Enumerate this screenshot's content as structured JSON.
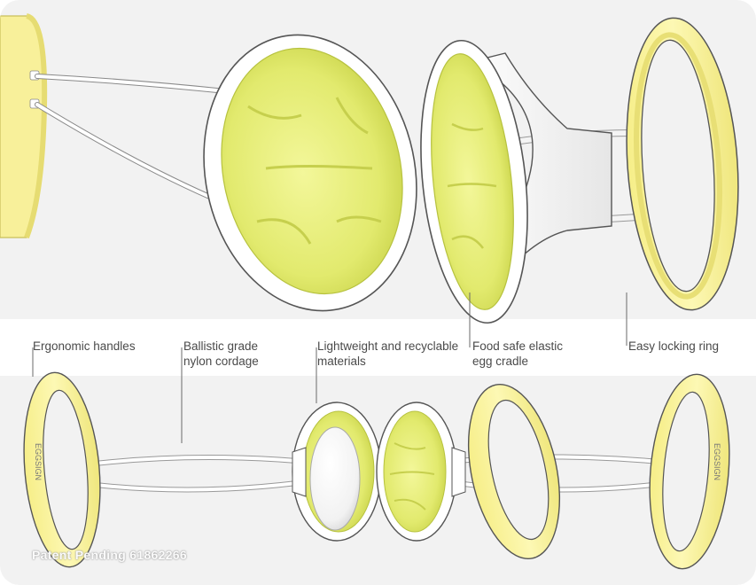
{
  "labels": {
    "ergonomic_handles": "Ergonomic handles",
    "ballistic_cordage": "Ballistic grade\nnylon cordage",
    "lightweight_materials": "Lightweight and recyclable\nmaterials",
    "food_safe_cradle": "Food safe elastic\negg cradle",
    "easy_locking_ring": "Easy locking ring"
  },
  "watermark": {
    "patent": "Patent Pending 61862266"
  },
  "colors": {
    "background": "#f2f2f2",
    "band": "#ffffff",
    "yellow_light": "#fbf59a",
    "yellow_lime": "#e9f07a",
    "yellow_dark": "#d3db52",
    "shell_white": "#ffffff",
    "outline": "#555555",
    "text": "#4a4a4a"
  }
}
